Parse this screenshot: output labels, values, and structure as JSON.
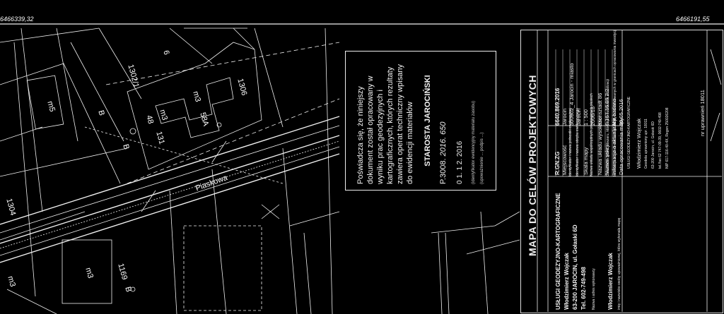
{
  "coords": {
    "left": "6466339,32",
    "right": "6466191,55"
  },
  "map_labels": {
    "parcel_1302_1": "1302/1",
    "parcel_1306": "1306",
    "parcel_1304": "1304",
    "parcel_1169": "1169",
    "parcel_131": "131",
    "street": "Piaskowa",
    "zone_B1": "B",
    "zone_B2": "B",
    "zone_B3": "B",
    "bldg_m3a": "m3",
    "bldg_m3b": "m3",
    "bldg_m3c": "m3",
    "bldg_m3d": "m3",
    "bldg_m5": "m5",
    "bldg_48": "48",
    "bldg_58a": "58A",
    "num_6": "6"
  },
  "stamp": {
    "text": "Poświadcza się, że niniejszy dokument został opracowany w wyniku prac geodezyjnych i kartograficznych, których rezultaty zawiera operat techniczny wpisany do ewidencji materiałów",
    "authority": "STAROSTA JAROCIŃSKI",
    "number": "P.3008.",
    "number_hand": "2016.   650",
    "date": "0 1. 1 2. 2016",
    "sig_left": "(identyfikator ewidencyjny materiału zasobu)",
    "sig_right": "(upoważnienie ... podpis ...)"
  },
  "sheet": {
    "title": "MAPA DO CELÓW PROJEKTOWYCH",
    "rows": [
      {
        "label": "R.GN.ZG",
        "value": "6640.869.2016"
      },
      {
        "label": "Miejscowość",
        "value": "Jarocin"
      },
      {
        "label": "Identyfikator i nazwa jednostki ewidencyjnej",
        "value": "300602_4 Jarocin - miasto"
      },
      {
        "label": "Identyfikator i nazwa obrębu ewidencyjnego",
        "value": "Jarocin"
      },
      {
        "label": "Skala mapy",
        "value": "1 : 500"
      },
      {
        "label": "Nazwa układu współrzędnych prostokątnych płaskich",
        "value": "2000/18"
      },
      {
        "label": "Nazwa układu wysokości",
        "value": "Kronsztadt 86"
      },
      {
        "label": "Numer sekcji",
        "value": "6.167.16.09.2.2"
      },
      {
        "label": "Informacja o aktualizacji",
        "value": "Nie badano"
      },
      {
        "label": "Data opracowania mapy",
        "value": "30.05.2016"
      }
    ],
    "note_1": "Oznaczenie granic obszaru, który był przedmiotem aktualizacji",
    "note_2": "Informacja o służebnościach gruntowych zlokalizowanych w granicach opracowania inwestycji",
    "company": {
      "header": "USŁUGI GEODEZYJNO-KARTOGRAFICZNE",
      "owner": "Włodzimierz Wojczak",
      "address": "63-200 JAROCIN, ul. Gołaski 6D",
      "phone": "Tel. 602-749-498",
      "wykonawca_label": "Nazwa i adres wykonawcy",
      "signer": "Włodzimierz Wojczak",
      "signer_label": "imię i nazwisko osoby upoważnionej, która wykonała mapę",
      "uprawnienia": "nr uprawnień  18011"
    },
    "stamp2": {
      "header": "USŁUGI GEODEZYJNO-KARTOGRAFICZNE",
      "owner": "Włodzimierz Wojczak",
      "line1": "Geodeta uprawniony  upr. 18011",
      "line2": "63-200 Jarocin, ul. Gołaski 6D",
      "line3": "tel./fax 62 747-09-39, 0602-749-498",
      "line4": "NIP 617-116-40-4X, Regon 250026208"
    }
  }
}
